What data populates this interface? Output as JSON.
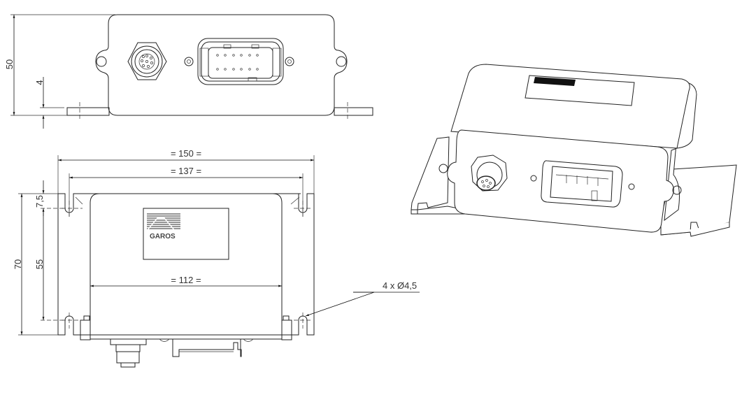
{
  "drawing": {
    "front_view": {
      "dim_height": "50",
      "dim_flange": "4"
    },
    "bottom_view": {
      "dim_overall_width": "= 150 =",
      "dim_hole_spacing": "= 137 =",
      "dim_body_width": "= 112 =",
      "dim_overall_depth": "70",
      "dim_hole_pitch": "55",
      "dim_hole_offset": "7,5",
      "hole_callout": "4 x Ø4,5"
    },
    "logo": {
      "text": "GAROS"
    }
  }
}
